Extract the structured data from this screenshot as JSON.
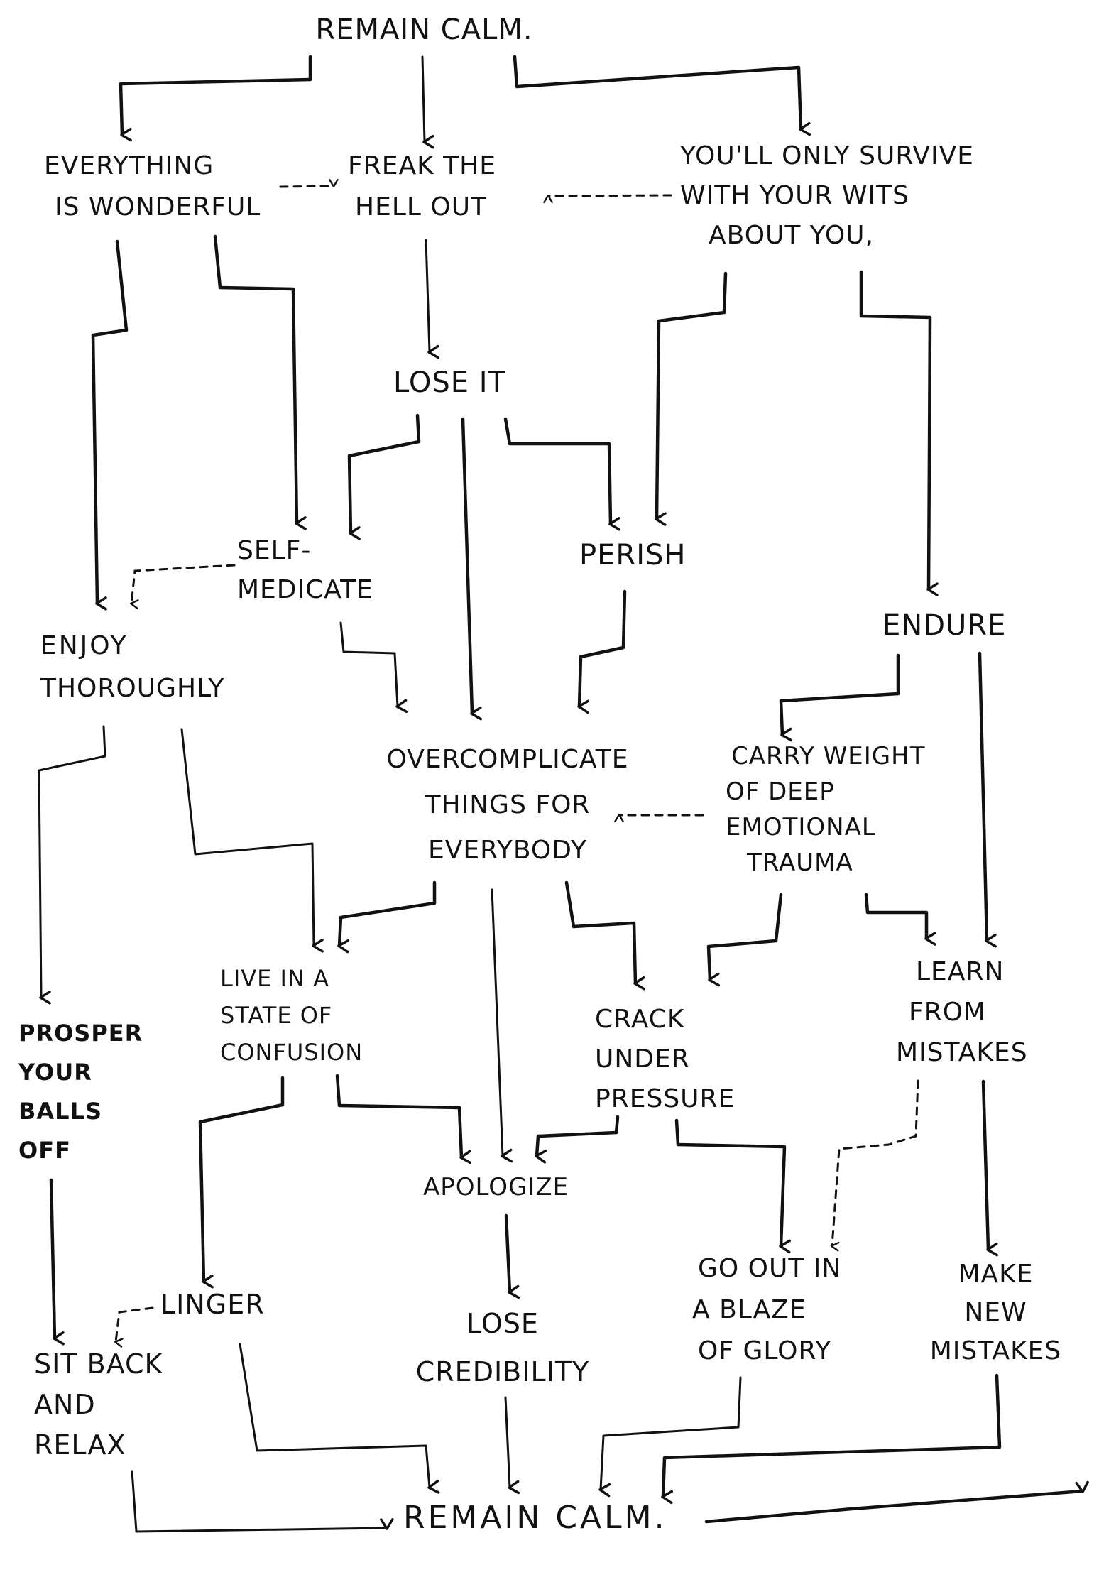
{
  "title": "Remain Calm flowchart",
  "nodes": {
    "remain_calm_top": [
      "Remain calm."
    ],
    "everything_wonderful": [
      "Everything",
      "is wonderful"
    ],
    "freak_out": [
      "Freak the",
      "hell out"
    ],
    "wits": [
      "You'll only survive",
      "with your wits",
      "about you,"
    ],
    "lose_it": [
      "Lose it"
    ],
    "self_medicate": [
      "Self-",
      "medicate"
    ],
    "perish": [
      "Perish"
    ],
    "enjoy": [
      "Enjoy",
      "thoroughly"
    ],
    "endure": [
      "Endure"
    ],
    "overcomplicate": [
      "Overcomplicate",
      "things for",
      "everybody"
    ],
    "carry_weight": [
      "Carry weight",
      "of deep",
      "emotional",
      "trauma"
    ],
    "live_confusion": [
      "Live in a",
      "state of",
      "confusion"
    ],
    "prosper": [
      "Prosper",
      "your",
      "balls",
      "off"
    ],
    "crack": [
      "Crack",
      "under",
      "pressure"
    ],
    "learn": [
      "Learn",
      "from",
      "mistakes"
    ],
    "apologize": [
      "Apologize"
    ],
    "linger": [
      "Linger"
    ],
    "sit_back": [
      "Sit back",
      "and",
      "relax"
    ],
    "lose_credibility": [
      "Lose",
      "credibility"
    ],
    "blaze": [
      "Go out in",
      "a blaze",
      "of glory"
    ],
    "make_new": [
      "Make",
      "new",
      "mistakes"
    ],
    "remain_calm_bottom": [
      "Remain calm."
    ]
  },
  "edges": [
    {
      "from": "remain_calm_top",
      "to": "everything_wonderful",
      "style": "solid"
    },
    {
      "from": "remain_calm_top",
      "to": "freak_out",
      "style": "solid"
    },
    {
      "from": "remain_calm_top",
      "to": "wits",
      "style": "solid"
    },
    {
      "from": "everything_wonderful",
      "to": "freak_out",
      "style": "dotted"
    },
    {
      "from": "wits",
      "to": "freak_out",
      "style": "dotted"
    },
    {
      "from": "everything_wonderful",
      "to": "enjoy",
      "style": "solid"
    },
    {
      "from": "everything_wonderful",
      "to": "self_medicate",
      "style": "solid"
    },
    {
      "from": "freak_out",
      "to": "lose_it",
      "style": "solid"
    },
    {
      "from": "wits",
      "to": "perish",
      "style": "solid"
    },
    {
      "from": "wits",
      "to": "endure",
      "style": "solid"
    },
    {
      "from": "lose_it",
      "to": "self_medicate",
      "style": "solid"
    },
    {
      "from": "lose_it",
      "to": "overcomplicate",
      "style": "solid"
    },
    {
      "from": "lose_it",
      "to": "perish",
      "style": "solid"
    },
    {
      "from": "self_medicate",
      "to": "enjoy",
      "style": "dotted"
    },
    {
      "from": "self_medicate",
      "to": "overcomplicate",
      "style": "solid"
    },
    {
      "from": "perish",
      "to": "overcomplicate",
      "style": "solid"
    },
    {
      "from": "endure",
      "to": "carry_weight",
      "style": "solid"
    },
    {
      "from": "endure",
      "to": "learn",
      "style": "solid"
    },
    {
      "from": "carry_weight",
      "to": "overcomplicate",
      "style": "dotted"
    },
    {
      "from": "enjoy",
      "to": "prosper",
      "style": "solid"
    },
    {
      "from": "enjoy",
      "to": "live_confusion",
      "style": "solid"
    },
    {
      "from": "overcomplicate",
      "to": "live_confusion",
      "style": "solid"
    },
    {
      "from": "overcomplicate",
      "to": "apologize",
      "style": "solid"
    },
    {
      "from": "overcomplicate",
      "to": "crack",
      "style": "solid"
    },
    {
      "from": "carry_weight",
      "to": "crack",
      "style": "solid"
    },
    {
      "from": "carry_weight",
      "to": "learn",
      "style": "solid"
    },
    {
      "from": "live_confusion",
      "to": "linger",
      "style": "solid"
    },
    {
      "from": "live_confusion",
      "to": "apologize",
      "style": "solid"
    },
    {
      "from": "crack",
      "to": "apologize",
      "style": "solid"
    },
    {
      "from": "crack",
      "to": "blaze",
      "style": "solid"
    },
    {
      "from": "learn",
      "to": "blaze",
      "style": "dotted"
    },
    {
      "from": "learn",
      "to": "make_new",
      "style": "solid"
    },
    {
      "from": "prosper",
      "to": "sit_back",
      "style": "solid"
    },
    {
      "from": "apologize",
      "to": "lose_credibility",
      "style": "solid"
    },
    {
      "from": "linger",
      "to": "sit_back",
      "style": "dotted"
    },
    {
      "from": "linger",
      "to": "remain_calm_bottom",
      "style": "solid"
    },
    {
      "from": "lose_credibility",
      "to": "remain_calm_bottom",
      "style": "solid"
    },
    {
      "from": "sit_back",
      "to": "remain_calm_bottom",
      "style": "solid"
    },
    {
      "from": "blaze",
      "to": "remain_calm_bottom",
      "style": "solid"
    },
    {
      "from": "make_new",
      "to": "remain_calm_bottom",
      "style": "solid"
    },
    {
      "from": "remain_calm_bottom",
      "to": "offpage-right",
      "style": "solid"
    }
  ]
}
